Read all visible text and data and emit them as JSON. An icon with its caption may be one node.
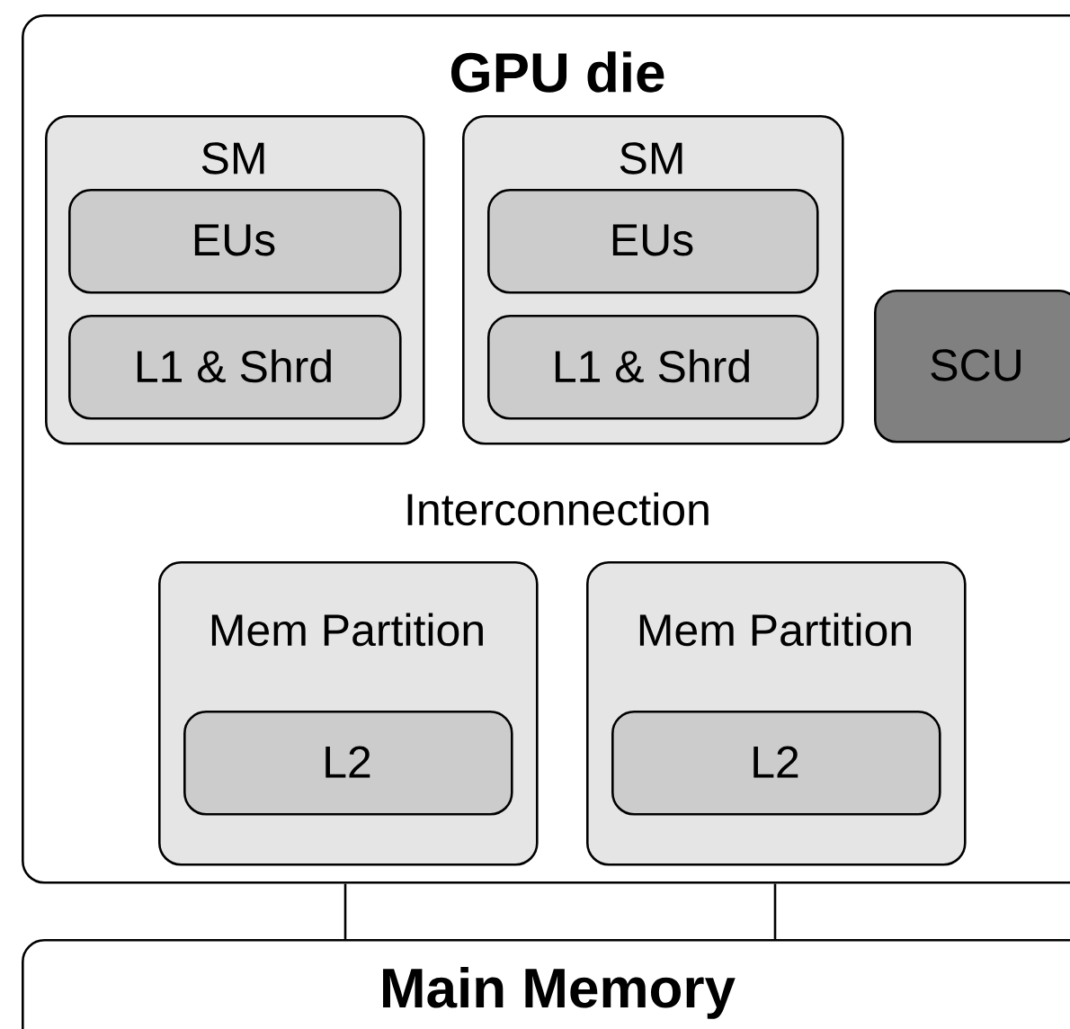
{
  "diagram": {
    "nodes": [
      {
        "text": [
          "GPU die"
        ]
      },
      {
        "text": [
          "SM"
        ],
        "in": 0
      },
      {
        "text": [
          "EUs"
        ],
        "in": 1
      },
      {
        "text": [
          "L1 & Shrd"
        ],
        "in": 1
      },
      {
        "text": [
          "SM"
        ],
        "in": 0
      },
      {
        "text": [
          "EUs"
        ],
        "in": 4
      },
      {
        "text": [
          "L1 & Shrd"
        ],
        "in": 4
      },
      {
        "text": [
          "SCU"
        ],
        "in": 0
      },
      {
        "text": [
          "Mem Partition"
        ],
        "in": 0
      },
      {
        "text": [
          "L2"
        ],
        "in": 8
      },
      {
        "text": [
          "Mem Partition"
        ],
        "in": 0
      },
      {
        "text": [
          "L2"
        ],
        "in": 10
      },
      {
        "text": [
          "Main Memory"
        ]
      }
    ],
    "edges": [
      {
        "from": 0,
        "to": 12,
        "arrow": "none"
      },
      {
        "from": 0,
        "to": 12,
        "arrow": "none"
      }
    ],
    "labels": [
      "Interconnection"
    ]
  }
}
